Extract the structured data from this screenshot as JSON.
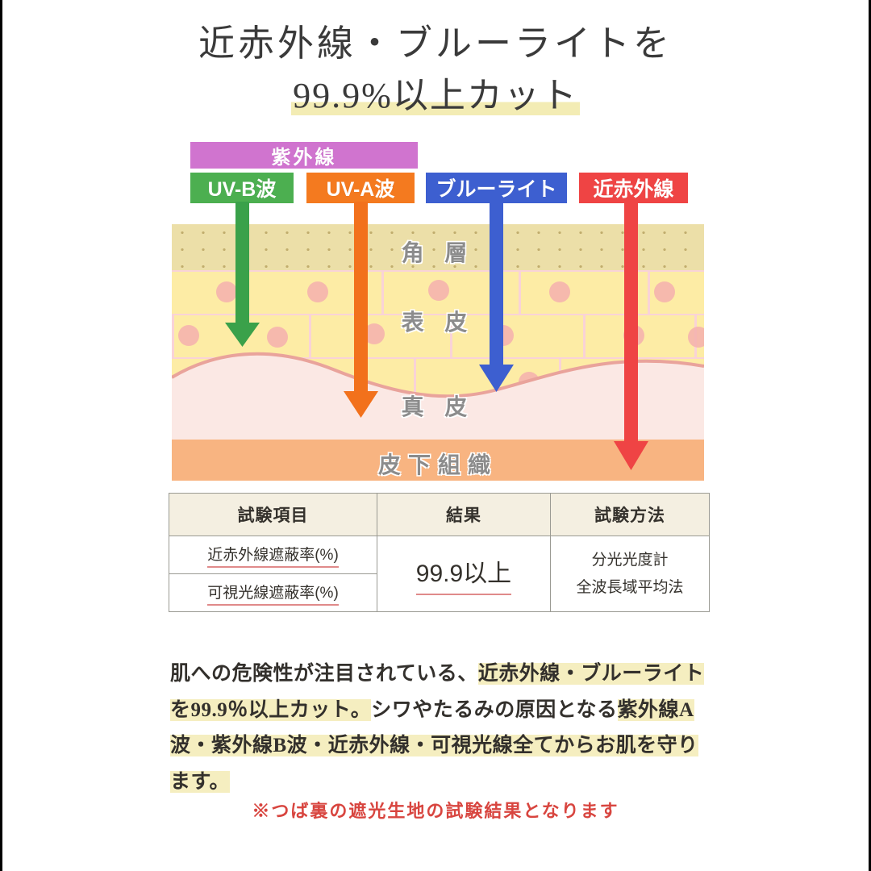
{
  "title": {
    "line1": "近赤外線・ブルーライトを",
    "line2": "99.9%以上カット"
  },
  "spectrum_labels": {
    "ultraviolet": "紫外線",
    "uvb": "UV-B波",
    "uva": "UV-A波",
    "blue_light": "ブルーライト",
    "near_infrared": "近赤外線"
  },
  "colors": {
    "ultraviolet": "#d074cf",
    "uvb": "#4caf50",
    "uva": "#f47a1f",
    "blue_light": "#3d5fd0",
    "near_infrared": "#ef4444",
    "highlight": "#f3ecb4",
    "footer_red": "#d8453f",
    "underline_red": "#e08a8a"
  },
  "skin_layers": {
    "stratum_corneum": "角 層",
    "epidermis": "表 皮",
    "dermis": "真 皮",
    "subcutaneous": "皮下組織"
  },
  "penetration": {
    "uvb": "表皮",
    "uva": "真皮",
    "blue_light": "真皮",
    "near_infrared": "皮下組織"
  },
  "table": {
    "headers": {
      "item": "試験項目",
      "result": "結果",
      "method": "試験方法"
    },
    "rows": [
      {
        "item": "近赤外線遮蔽率(%)"
      },
      {
        "item": "可視光線遮蔽率(%)"
      }
    ],
    "result": "99.9以上",
    "method_line1": "分光光度計",
    "method_line2": "全波長域平均法"
  },
  "body": {
    "seg1": "肌への危険性が注目されている、",
    "seg2": "近赤外線・ブルーライトを99.9％以上カット。",
    "seg3": "シワやたるみの原因とな",
    "seg4": "る",
    "seg5": "紫外線A波・紫外線B波・近赤外線・可視光線全てからお肌を守ります。"
  },
  "footer": {
    "note": "※つば裏の遮光生地の試験結果となります"
  }
}
